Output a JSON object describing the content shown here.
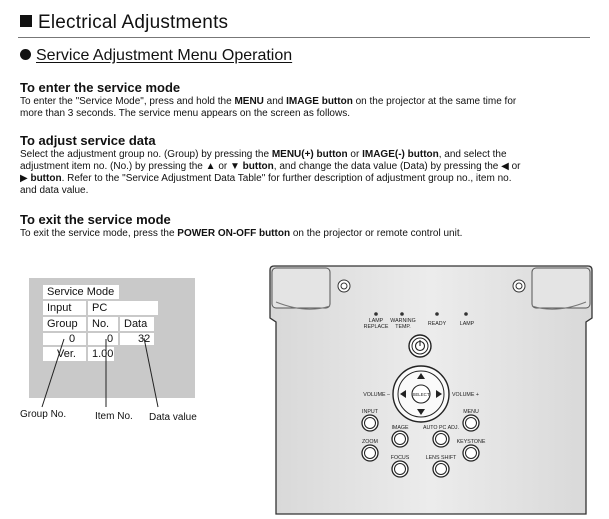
{
  "header": {
    "title": "Electrical Adjustments"
  },
  "section": {
    "title": "Service Adjustment Menu Operation"
  },
  "enter": {
    "heading": "To enter the service mode",
    "line1_a": "To enter the \"Service Mode\", press and hold the ",
    "line1_b1": "MENU",
    "line1_c": " and ",
    "line1_b2": "IMAGE button",
    "line1_d": " on the projector at the same time for",
    "line2": "more than 3 seconds. The service menu appears on the screen as follows."
  },
  "adjust": {
    "heading": "To adjust service data",
    "line1_a": "Select the adjustment group no. (Group) by pressing the ",
    "line1_b1": "MENU(+) button",
    "line1_c": " or ",
    "line1_b2": "IMAGE(-) button",
    "line1_d": ", and select the",
    "line2_a": "adjustment item no. (No.) by pressing the ▲ or ▼ ",
    "line2_b": "button",
    "line2_c": ", and change the data value (Data) by pressing the ◀ or",
    "line3_a": "▶ ",
    "line3_b": "button",
    "line3_c": ". Refer to the \"Service Adjustment Data Table\" for further description of adjustment group no., item no.",
    "line4": "and data value."
  },
  "exit": {
    "heading": "To exit the service mode",
    "line1_a": "To exit the service mode, press the ",
    "line1_b": "POWER ON-OFF button",
    "line1_c": " on the projector or remote control unit."
  },
  "service_menu": {
    "title": "Service Mode",
    "input_label": "Input",
    "input_value": "PC",
    "col_group": "Group",
    "col_no": "No.",
    "col_data": "Data",
    "val_group": "0",
    "val_no": "0",
    "val_data": "32",
    "ver_label": "Ver.",
    "ver_value": "1.00"
  },
  "callouts": {
    "group": "Group No.",
    "item": "Item No.",
    "data": "Data value"
  },
  "panel": {
    "indicators": [
      "LAMP REPLACE",
      "WARNING TEMP.",
      "READY",
      "LAMP"
    ],
    "buttons": {
      "select": "SELECT",
      "volume_minus": "VOLUME –",
      "volume_plus": "VOLUME +",
      "input": "INPUT",
      "menu": "MENU",
      "image": "IMAGE",
      "auto_pc": "AUTO PC ADJ.",
      "zoom": "ZOOM",
      "keystone": "KEYSTONE",
      "focus": "FOCUS",
      "lens_shift": "LENS SHIFT"
    }
  }
}
